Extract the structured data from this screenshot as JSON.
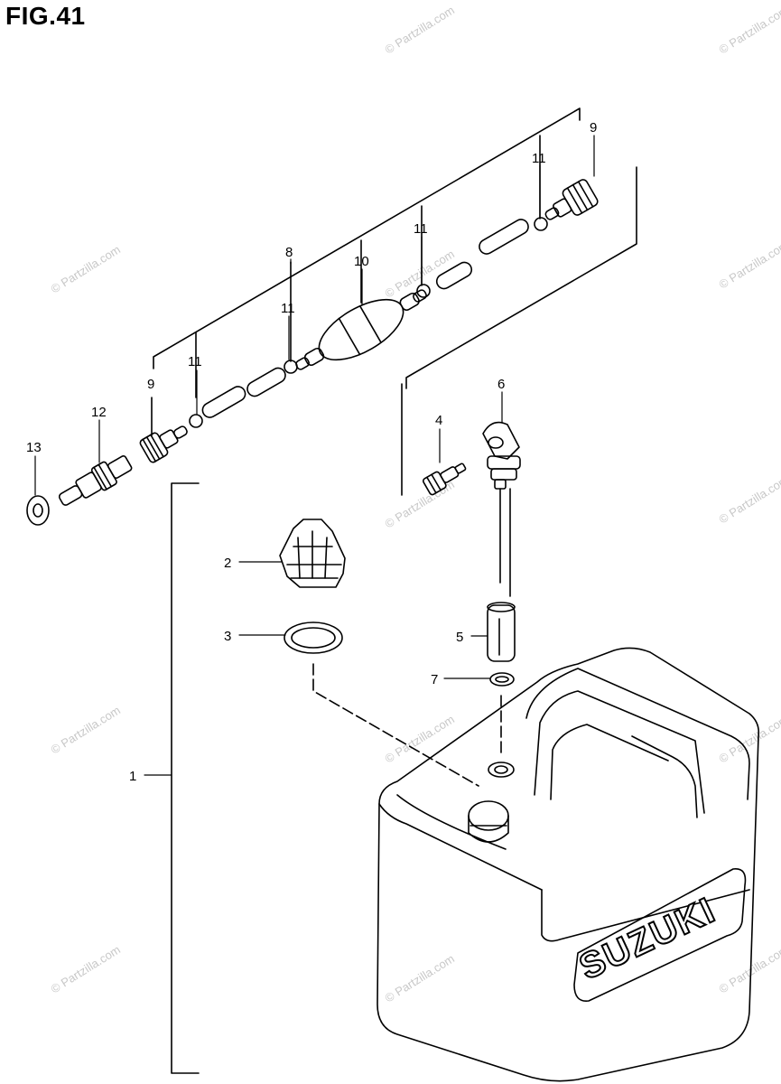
{
  "figure": {
    "title": "FIG.41"
  },
  "watermark": {
    "text": "© Partzilla.com"
  },
  "tank": {
    "brand": "SUZUKI"
  },
  "callouts": {
    "c1": "1",
    "c2": "2",
    "c3": "3",
    "c4": "4",
    "c5": "5",
    "c6": "6",
    "c7": "7",
    "c8": "8",
    "c9a": "9",
    "c9b": "9",
    "c10": "10",
    "c11a": "11",
    "c11b": "11",
    "c11c": "11",
    "c11d": "11",
    "c12": "12",
    "c13": "13"
  },
  "colors": {
    "line": "#000000",
    "watermark": "#c8c8c8",
    "background": "#ffffff"
  }
}
